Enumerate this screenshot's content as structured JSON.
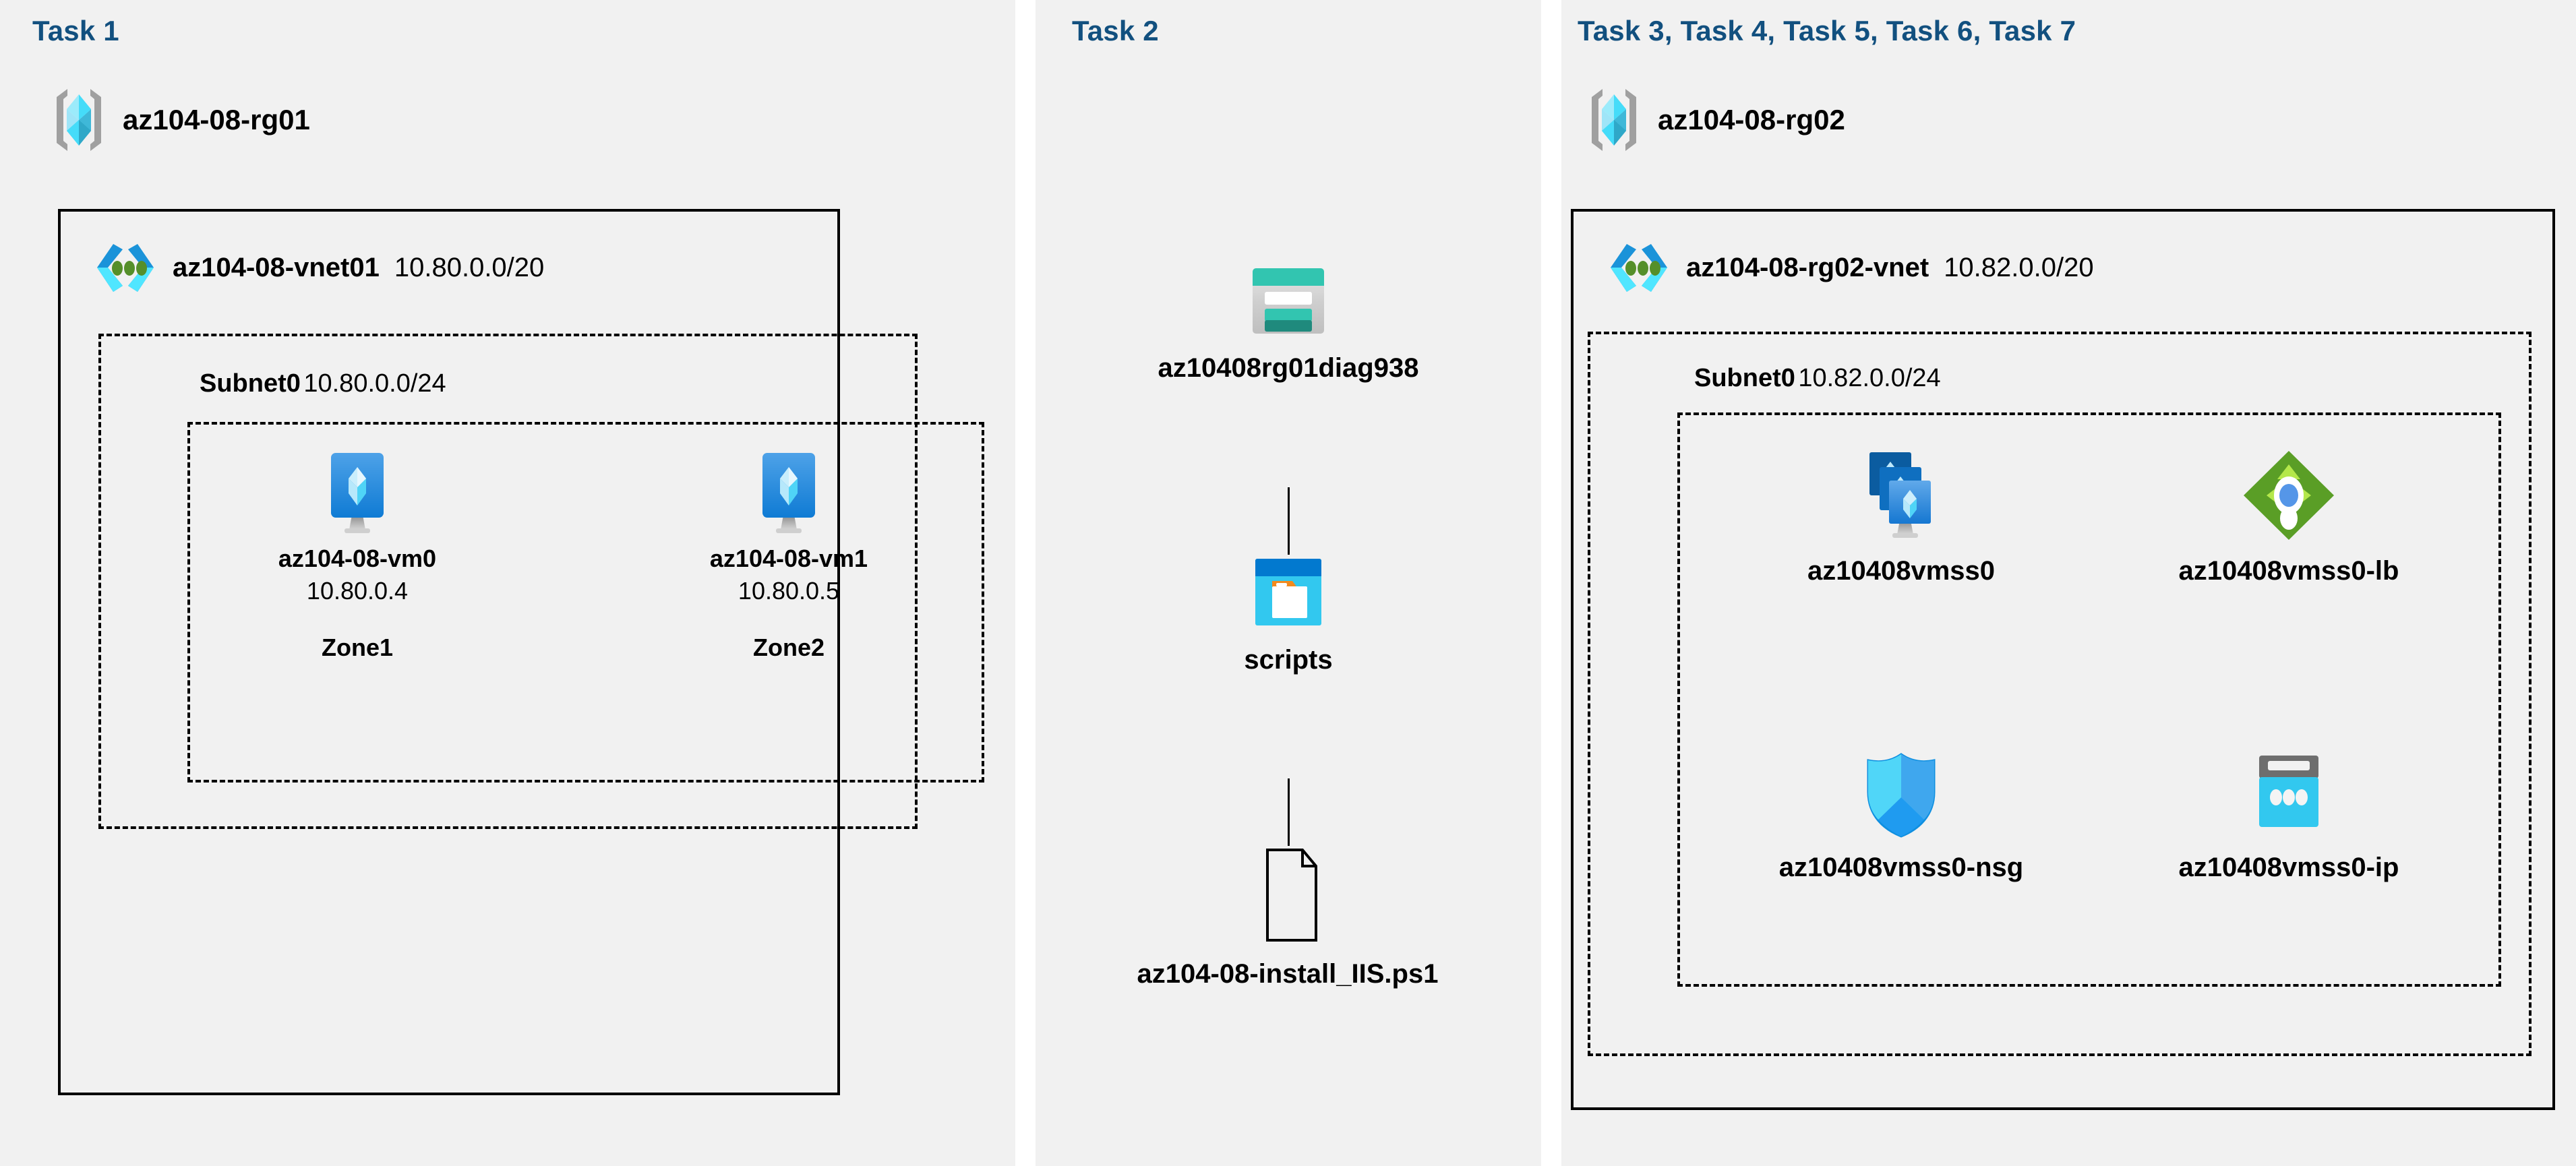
{
  "diagram": {
    "title": "Azure AZ-104 Lab 08 architecture",
    "background": "#ffffff",
    "panel_color": "#f1f1f1",
    "accent_color": "#12507f"
  },
  "panels": [
    {
      "id": "task1",
      "title": "Task 1",
      "resource_group": {
        "name": "az104-08-rg01",
        "icon": "resource-group-icon"
      },
      "vnet": {
        "name": "az104-08-vnet01",
        "cidr": "10.80.0.0/20",
        "icon": "virtual-network-icon"
      },
      "subnet": {
        "name": "Subnet0",
        "cidr": "10.80.0.0/24"
      },
      "vms": [
        {
          "name": "az104-08-vm0",
          "ip": "10.80.0.4",
          "zone": "Zone1",
          "icon": "virtual-machine-icon"
        },
        {
          "name": "az104-08-vm1",
          "ip": "10.80.0.5",
          "zone": "Zone2",
          "icon": "virtual-machine-icon"
        }
      ]
    },
    {
      "id": "task2",
      "title": "Task 2",
      "nodes": [
        {
          "name": "az10408rg01diag938",
          "icon": "storage-account-icon"
        },
        {
          "name": "scripts",
          "icon": "blob-container-icon"
        },
        {
          "name": "az104-08-install_IIS.ps1",
          "icon": "file-icon"
        }
      ]
    },
    {
      "id": "task3to7",
      "title": "Task 3, Task 4, Task 5, Task 6, Task 7",
      "resource_group": {
        "name": "az104-08-rg02",
        "icon": "resource-group-icon"
      },
      "vnet": {
        "name": "az104-08-rg02-vnet",
        "cidr": "10.82.0.0/20",
        "icon": "virtual-network-icon"
      },
      "subnet": {
        "name": "Subnet0",
        "cidr": "10.82.0.0/24"
      },
      "resources": [
        {
          "name": "az10408vmss0",
          "icon": "vm-scale-set-icon"
        },
        {
          "name": "az10408vmss0-lb",
          "icon": "load-balancer-icon"
        },
        {
          "name": "az10408vmss0-nsg",
          "icon": "network-security-group-icon"
        },
        {
          "name": "az10408vmss0-ip",
          "icon": "public-ip-address-icon"
        }
      ]
    }
  ]
}
